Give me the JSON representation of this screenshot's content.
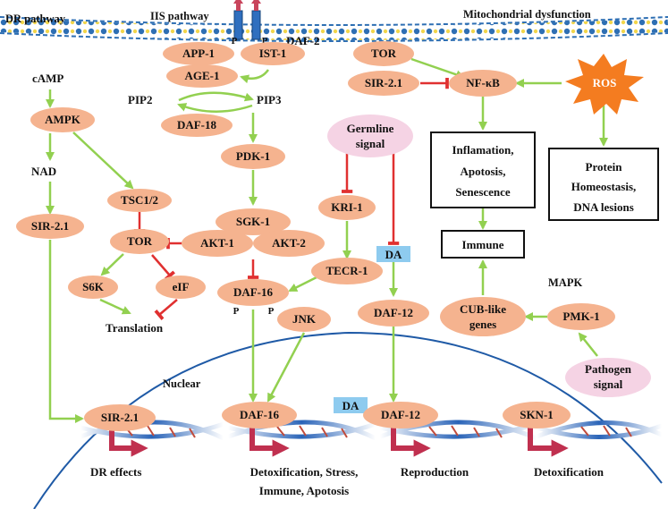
{
  "colors": {
    "node_fill": "#f5b38f",
    "signal_fill": "#f5d3e4",
    "da_fill": "#8ecbef",
    "activate": "#92d050",
    "inhibit": "#e03030",
    "ros": "#f47c20",
    "membrane": "#2e6fb3",
    "nucleus": "#1f5aa6",
    "receptor": "#2f6fbf",
    "receptor_top": "#c8445c",
    "gene_arrow": "#c0304f"
  },
  "sections": {
    "dr_pathway": "DR pathway",
    "iis_pathway": "IIS pathway",
    "mito": "Mitochondrial dysfunction",
    "mapk": "MAPK",
    "nuclear": "Nuclear"
  },
  "receptor": {
    "label": "DAF-2",
    "p_left": "P",
    "p_right": "P"
  },
  "nodes": {
    "app1": "APP-1",
    "ist1": "IST-1",
    "age1": "AGE-1",
    "daf18": "DAF-18",
    "pdk1": "PDK-1",
    "sgk1": "SGK-1",
    "akt1": "AKT-1",
    "akt2": "AKT-2",
    "daf16_cyto": "DAF-16",
    "ampk": "AMPK",
    "tsc": "TSC1/2",
    "tor_dr": "TOR",
    "s6k": "S6K",
    "eif": "eIF",
    "sir21_dr": "SIR-2.1",
    "kri1": "KRI-1",
    "tecr1": "TECR-1",
    "jnk": "JNK",
    "daf12_cyto": "DAF-12",
    "tor_mito": "TOR",
    "sir21_mito": "SIR-2.1",
    "nfkb": "NF-κB",
    "pmk1": "PMK-1",
    "cub_line1": "CUB-like",
    "cub_line2": "genes",
    "sir21_nuc": "SIR-2.1",
    "daf16_nuc": "DAF-16",
    "daf12_nuc": "DAF-12",
    "skn1": "SKN-1"
  },
  "phospho": {
    "daf16_left": "P",
    "daf16_right": "P"
  },
  "texts": {
    "pip2": "PIP2",
    "pip3": "PIP3",
    "camp": "cAMP",
    "nad": "NAD",
    "translation": "Translation",
    "da_top": "DA",
    "da_nuc": "DA",
    "ros": "ROS"
  },
  "signals": {
    "germline_line1": "Germline",
    "germline_line2": "signal",
    "pathogen_line1": "Pathogen",
    "pathogen_line2": "signal"
  },
  "boxes": {
    "inflam_line1": "Inflamation,",
    "inflam_line2": "Apotosis,",
    "inflam_line3": "Senescence",
    "protein_line1": "Protein",
    "protein_line2": "Homeostasis,",
    "protein_line3": "DNA lesions",
    "immune": "Immune"
  },
  "outcomes": {
    "dr_effects": "DR effects",
    "detox_line1": "Detoxification, Stress,",
    "detox_line2": "Immune, Apotosis",
    "reproduction": "Reproduction",
    "detoxification": "Detoxification"
  }
}
